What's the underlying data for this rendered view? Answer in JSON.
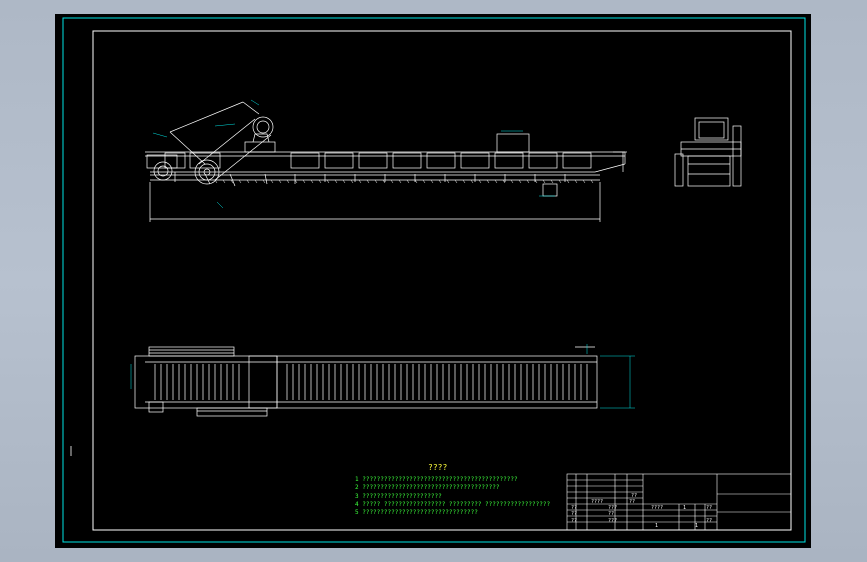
{
  "technical_requirements": {
    "title": "????",
    "items": [
      "1 ???????????????????????????????????????????",
      "2 ??????????????????????????????????????",
      "3 ??????????????????????",
      "4 ????? ????????????????? ????????? ??????????????????",
      "5 ????????????????????????????????"
    ]
  },
  "dimensions": {
    "overall_length": "",
    "drive_height": "",
    "bed_height": "",
    "upper_span": "",
    "width": "",
    "depth": ""
  },
  "title_block": {
    "cell_a": "????",
    "cell_b": "??",
    "cell_c": "??",
    "cell_d": "????",
    "cell_e": "??",
    "cell_f": "???",
    "cell_g": "??",
    "cell_h": "???",
    "cell_i": "1",
    "cell_j": "??",
    "cell_k": "??",
    "cell_l": "??",
    "cell_m": "??",
    "cell_n": "1",
    "cell_o": "1"
  },
  "colors": {
    "border": "#00e5e5",
    "geometry": "#ffffff",
    "notes": "#3cff3c",
    "notes_title": "#ffff3c",
    "sheet": "#000000"
  }
}
